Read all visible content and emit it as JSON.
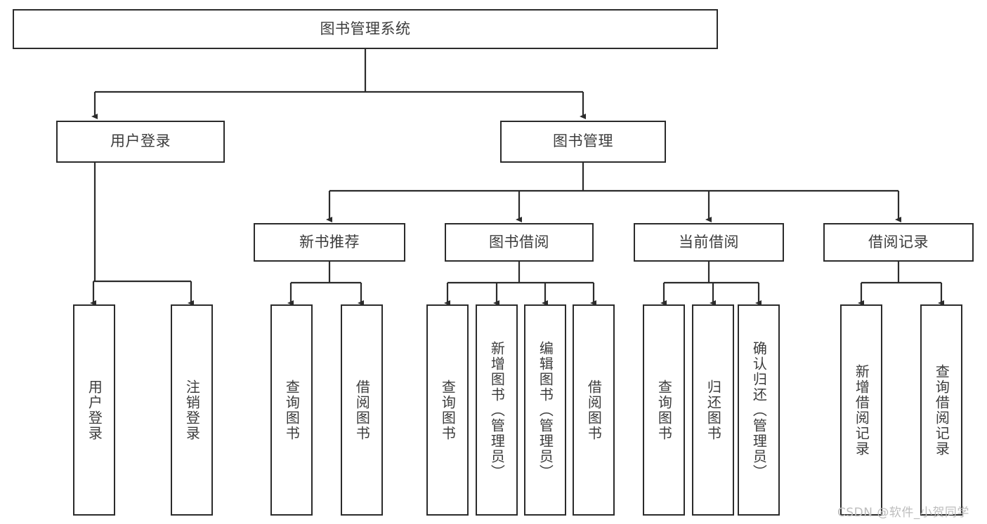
{
  "diagram": {
    "type": "tree",
    "title": "图书管理系统",
    "background_color": "#ffffff",
    "box_border_color": "#2b2b2b",
    "text_color": "#3c3c3c",
    "connector_color": "#2b2b2b",
    "levels": 4,
    "root": {
      "id": "root",
      "label": "图书管理系统",
      "orientation": "horizontal"
    },
    "level2": [
      {
        "id": "user-login",
        "label": "用户登录",
        "orientation": "horizontal"
      },
      {
        "id": "book-management",
        "label": "图书管理",
        "orientation": "horizontal"
      }
    ],
    "level3": [
      {
        "id": "new-book-recommend",
        "label": "新书推荐",
        "orientation": "horizontal",
        "parent": "book-management"
      },
      {
        "id": "book-borrow",
        "label": "图书借阅",
        "orientation": "horizontal",
        "parent": "book-management"
      },
      {
        "id": "current-borrow",
        "label": "当前借阅",
        "orientation": "horizontal",
        "parent": "book-management"
      },
      {
        "id": "borrow-record",
        "label": "借阅记录",
        "orientation": "horizontal",
        "parent": "book-management"
      }
    ],
    "leaves": [
      {
        "id": "leaf-user-login",
        "label": "用户登录",
        "parent": "user-login",
        "orientation": "vertical"
      },
      {
        "id": "leaf-logout-login",
        "label": "注销登录",
        "parent": "user-login",
        "orientation": "vertical"
      },
      {
        "id": "leaf-query-book-1",
        "label": "查询图书",
        "parent": "new-book-recommend",
        "orientation": "vertical"
      },
      {
        "id": "leaf-borrow-book-1",
        "label": "借阅图书",
        "parent": "new-book-recommend",
        "orientation": "vertical"
      },
      {
        "id": "leaf-query-book-2",
        "label": "查询图书",
        "parent": "book-borrow",
        "orientation": "vertical"
      },
      {
        "id": "leaf-add-book",
        "label": "新增图书（管理员）",
        "parent": "book-borrow",
        "orientation": "vertical"
      },
      {
        "id": "leaf-edit-book",
        "label": "编辑图书（管理员）",
        "parent": "book-borrow",
        "orientation": "vertical"
      },
      {
        "id": "leaf-borrow-book-2",
        "label": "借阅图书",
        "parent": "book-borrow",
        "orientation": "vertical"
      },
      {
        "id": "leaf-query-book-3",
        "label": "查询图书",
        "parent": "current-borrow",
        "orientation": "vertical"
      },
      {
        "id": "leaf-return-book",
        "label": "归还图书",
        "parent": "current-borrow",
        "orientation": "vertical"
      },
      {
        "id": "leaf-confirm-return",
        "label": "确认归还（管理员）",
        "parent": "current-borrow",
        "orientation": "vertical"
      },
      {
        "id": "leaf-add-record",
        "label": "新增借阅记录",
        "parent": "borrow-record",
        "orientation": "vertical"
      },
      {
        "id": "leaf-query-record",
        "label": "查询借阅记录",
        "parent": "borrow-record",
        "orientation": "vertical"
      }
    ]
  },
  "watermark": {
    "text": "CSDN @软件_小贺同学"
  }
}
